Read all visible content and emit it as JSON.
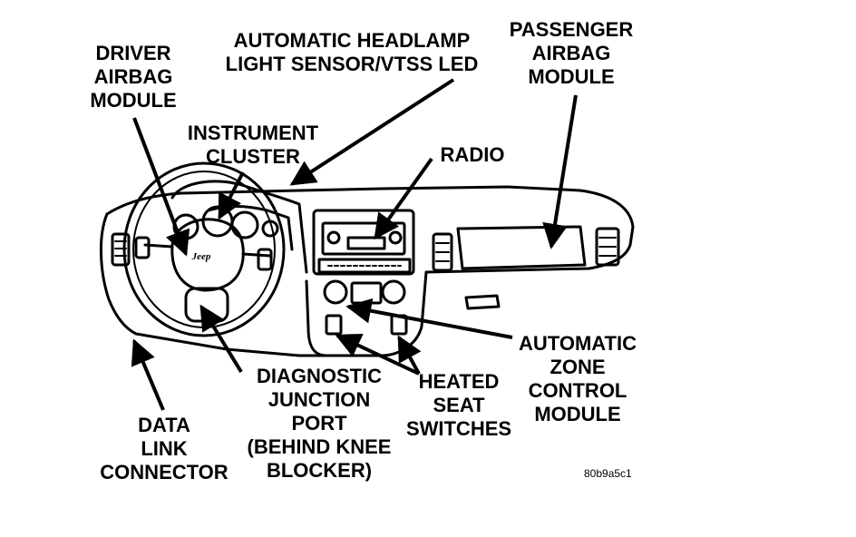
{
  "labels": {
    "driver_airbag": [
      "DRIVER",
      "AIRBAG",
      "MODULE"
    ],
    "headlamp_sensor": [
      "AUTOMATIC HEADLAMP",
      "LIGHT SENSOR/VTSS LED"
    ],
    "passenger_airbag": [
      "PASSENGER",
      "AIRBAG",
      "MODULE"
    ],
    "instrument_cluster": [
      "INSTRUMENT",
      "CLUSTER"
    ],
    "radio": [
      "RADIO"
    ],
    "automatic_zone_control": [
      "AUTOMATIC",
      "ZONE",
      "CONTROL",
      "MODULE"
    ],
    "diagnostic_port": [
      "DIAGNOSTIC",
      "JUNCTION",
      "PORT",
      "(BEHIND KNEE",
      "BLOCKER)"
    ],
    "heated_seat": [
      "HEATED",
      "SEAT",
      "SWITCHES"
    ],
    "data_link": [
      "DATA",
      "LINK",
      "CONNECTOR"
    ]
  },
  "steering_wheel_logo": "Jeep",
  "figure_id": "80b9a5c1"
}
